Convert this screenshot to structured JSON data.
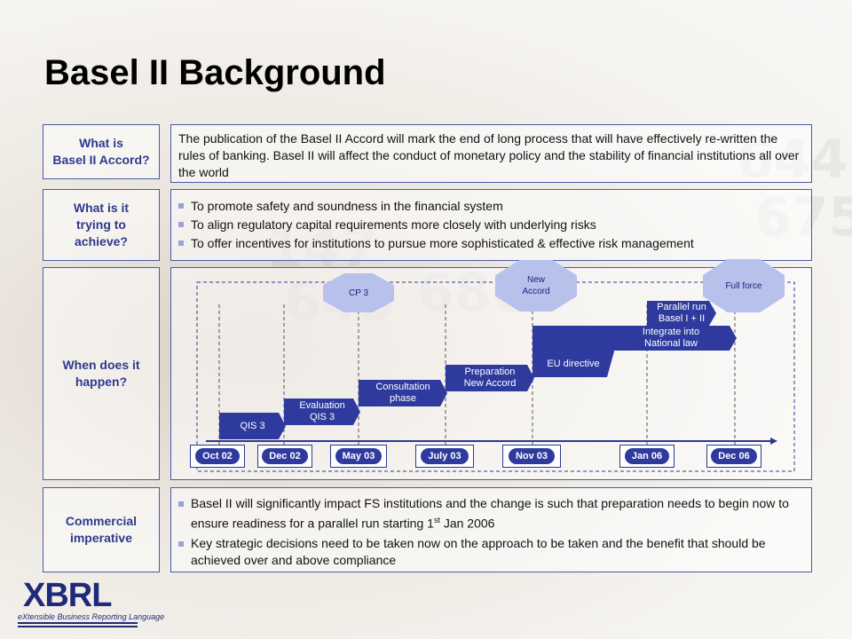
{
  "title": "Basel II Background",
  "sections": {
    "what": {
      "label": "What is\nBasel II Accord?",
      "text": "The publication of the Basel II Accord will mark the end of long process that will have effectively re-written the rules of banking. Basel II will affect the conduct of monetary policy and the stability of financial institutions all over the world"
    },
    "trying": {
      "label": "What is it\ntrying to\nachieve?",
      "bullets": [
        "To promote safety and soundness in the financial system",
        "To align regulatory capital requirements more closely with underlying risks",
        "To offer incentives for institutions to pursue more sophisticated & effective risk management"
      ]
    },
    "when": {
      "label": "When does it\nhappen?"
    },
    "commercial": {
      "label": "Commercial\nimperative",
      "bullet1_pre": "Basel II will significantly impact FS institutions and the change is such that preparation needs to begin now to ensure readiness for a parallel run starting 1",
      "bullet1_sup": "st",
      "bullet1_post": " Jan 2006",
      "bullet2": "Key strategic decisions need to be taken now on the approach to be taken and the benefit that should be achieved over and above compliance"
    }
  },
  "timeline": {
    "dates": [
      "Oct 02",
      "Dec 02",
      "May 03",
      "July 03",
      "Nov 03",
      "Jan 06",
      "Dec 06"
    ],
    "steps": [
      "QIS 3",
      "Evaluation\nQIS 3",
      "Consultation\nphase",
      "Preparation\nNew Accord",
      "EU directive",
      "Integrate into\nNational law",
      "Parallel run\nBasel I + II"
    ],
    "milestones": [
      "CP 3",
      "New\nAccord",
      "Full force"
    ]
  },
  "logo": {
    "word": "XBRL",
    "subtitle": "eXtensible Business Reporting Language"
  },
  "colors": {
    "accent": "#2e3a9e",
    "label_text": "#2e3a8c",
    "milestone": "#b8c0ec"
  }
}
